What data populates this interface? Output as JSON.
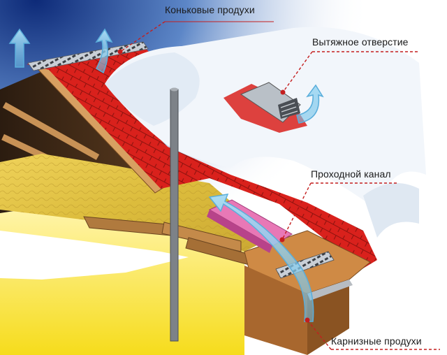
{
  "labels": {
    "ridge_vents": "Коньковые продухи",
    "exhaust_opening": "Вытяжное отверстие",
    "pass_channel": "Проходной канал",
    "eave_vents": "Карнизные продухи"
  },
  "colors": {
    "roof_tiles": "#d9211c",
    "insulation": "#e8c94a",
    "airflow_arrow": "#8fd0ee",
    "leader_line": "#c41e1e",
    "snow": "#f2f6fb",
    "sky": "#1c3f8f",
    "timber": "#b07a3e"
  }
}
